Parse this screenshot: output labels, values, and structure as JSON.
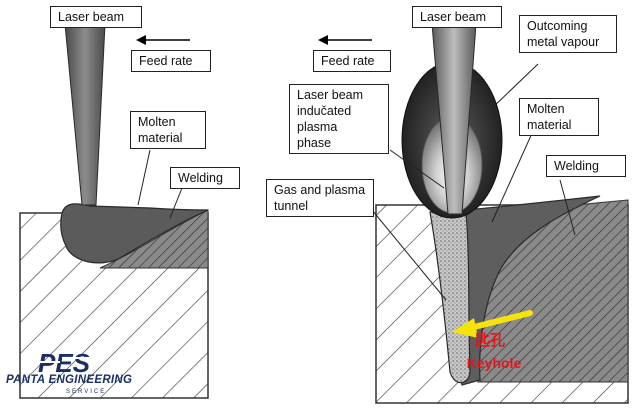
{
  "labels": {
    "left_laser_beam": "Laser beam",
    "left_feed_rate": "Feed rate",
    "left_molten_material": "Molten\nmaterial",
    "left_welding": "Welding",
    "right_laser_beam": "Laser beam",
    "right_feed_rate": "Feed rate",
    "outcoming_metal_vapour": "Outcoming\nmetal vapour",
    "laser_beam_induced_plasma": "Laser beam\nindučated\nplasma\nphase",
    "right_molten_material": "Molten\nmaterial",
    "right_welding": "Welding",
    "gas_plasma_tunnel": "Gas and plasma\ntunnel",
    "keyhole_cn": "匙孔",
    "keyhole_en": "Keyhole"
  },
  "logo": {
    "mark": "PES",
    "name": "PANTA ENGINEERING",
    "sub": "SERVICE"
  },
  "colors": {
    "keyhole_text": "#e8141b",
    "arrow": "#f5e30a",
    "logo": "#1b2f66"
  }
}
